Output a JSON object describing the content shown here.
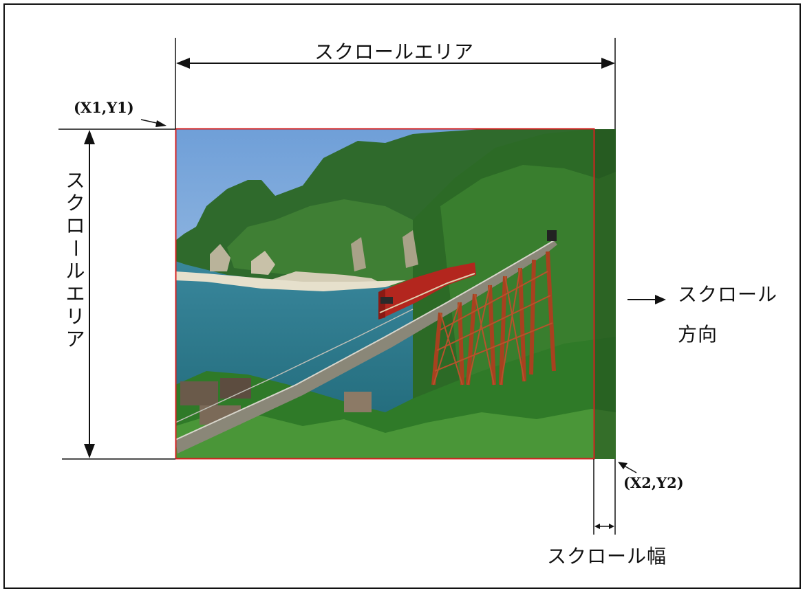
{
  "labels": {
    "scroll_area_horizontal": "スクロールエリア",
    "scroll_area_vertical": [
      "ス",
      "ク",
      "ロ",
      "ー",
      "ル",
      "エ",
      "リ",
      "ア"
    ],
    "scroll_direction": "スクロール\n方向",
    "scroll_width": "スクロール幅",
    "top_left_coord": "(X1,Y1)",
    "bottom_right_coord": "(X2,Y2)"
  },
  "colors": {
    "line": "#111111",
    "highlight_border": "#d42020"
  },
  "image": {
    "subject": "photo",
    "elements": [
      "sky",
      "mountains",
      "sea",
      "red-steel-trestle-bridge",
      "red-train",
      "trees",
      "village-roofs"
    ]
  }
}
